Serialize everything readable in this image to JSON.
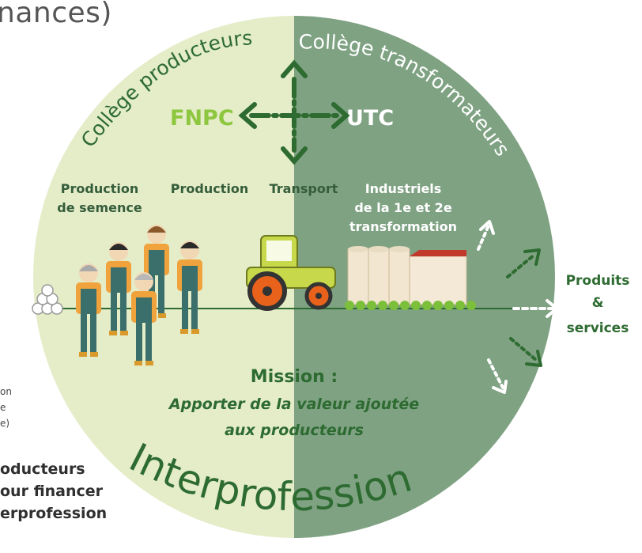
{
  "header": {
    "title_fragment": "nances)"
  },
  "colleges": {
    "producers": {
      "label": "Collège producteurs",
      "org": "FNPC"
    },
    "processors": {
      "label": "Collège transformateurs",
      "org": "UTC"
    }
  },
  "chain_steps": {
    "seed_production": {
      "line1": "Production",
      "line2": "de semence"
    },
    "production": "Production",
    "transport": "Transport",
    "industrial": {
      "line1": "Industriels",
      "line2": "de la 1e et 2e",
      "line3": "transformation"
    }
  },
  "outputs": {
    "line1": "Produits",
    "line2": "&",
    "line3": "services"
  },
  "mission": {
    "title": "Mission :",
    "line1": "Apporter de la valeur ajoutée",
    "line2": "aux producteurs"
  },
  "center_label": "Interprofession",
  "left_notes": {
    "small": [
      "on",
      "e",
      "e)"
    ],
    "bold": [
      "oducteurs",
      "our financer",
      "erprofession"
    ]
  },
  "colors": {
    "left_half": "#e4ecc8",
    "right_half": "#7fa283",
    "dark_green": "#2d6b31",
    "lime": "#8dc63f",
    "tractor": "#c7d94a",
    "wheel": "#e8621c"
  }
}
